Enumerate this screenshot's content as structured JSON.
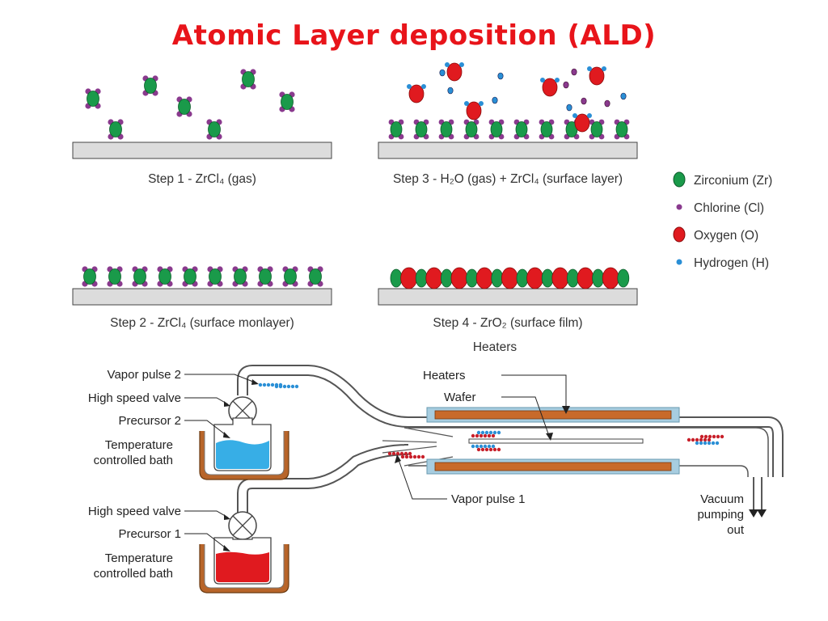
{
  "title": "Atomic Layer deposition (ALD)",
  "steps": {
    "step1": "Step 1 - ZrCl₄ (gas)",
    "step2": "Step 2 - ZrCl₄ (surface monlayer)",
    "step3": "Step 3 - H₂O (gas) + ZrCl₄ (surface layer)",
    "step4": "Step 4 - ZrO₂ (surface film)"
  },
  "legend": [
    {
      "label": "Zirconium (Zr)",
      "color": "#1a9a4a"
    },
    {
      "label": "Chlorine (Cl)",
      "color": "#8a3a8e"
    },
    {
      "label": "Oxygen (O)",
      "color": "#e01a1f"
    },
    {
      "label": "Hydrogen (H)",
      "color": "#2a8fd6"
    }
  ],
  "reactor": {
    "heaters_top": "Heaters",
    "heaters": "Heaters",
    "wafer": "Wafer",
    "vapor_pulse_2": "Vapor pulse 2",
    "high_speed_valve_top": "High speed valve",
    "precursor_2": "Precursor 2",
    "temp_bath_top_1": "Temperature",
    "temp_bath_top_2": "controlled bath",
    "vapor_pulse_1": "Vapor pulse 1",
    "high_speed_valve_bottom": "High speed valve",
    "precursor_1": "Precursor 1",
    "temp_bath_bottom_1": "Temperature",
    "temp_bath_bottom_2": "controlled bath",
    "vacuum_1": "Vacuum",
    "vacuum_2": "pumping",
    "vacuum_3": "out"
  },
  "colors": {
    "title": "#e8141a",
    "zr": "#1a9a4a",
    "cl": "#8a3a8e",
    "o": "#e01a1f",
    "h": "#2a8fd6",
    "heater": "#c86a2a",
    "bath": "#b8652a",
    "precursor2": "#37aee6",
    "precursor1": "#e01a1f"
  }
}
